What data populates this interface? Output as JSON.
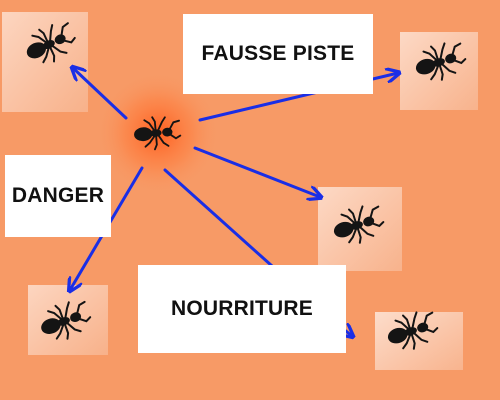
{
  "diagram": {
    "labels": {
      "fausse_piste": "FAUSSE PISTE",
      "danger": "DANGER",
      "nourriture": "NOURRITURE"
    },
    "ants": [
      {
        "role": "source",
        "icon": "ant-icon"
      },
      {
        "role": "target-top-left",
        "icon": "ant-icon"
      },
      {
        "role": "target-top-right",
        "icon": "ant-icon"
      },
      {
        "role": "target-middle-right",
        "icon": "ant-icon"
      },
      {
        "role": "target-bottom-left",
        "icon": "ant-icon"
      },
      {
        "role": "target-bottom-right",
        "icon": "ant-icon"
      }
    ],
    "colors": {
      "background": "#f79a66",
      "arrow": "#1a2ee6",
      "label_background": "#ffffff",
      "ant": "#141414"
    }
  }
}
